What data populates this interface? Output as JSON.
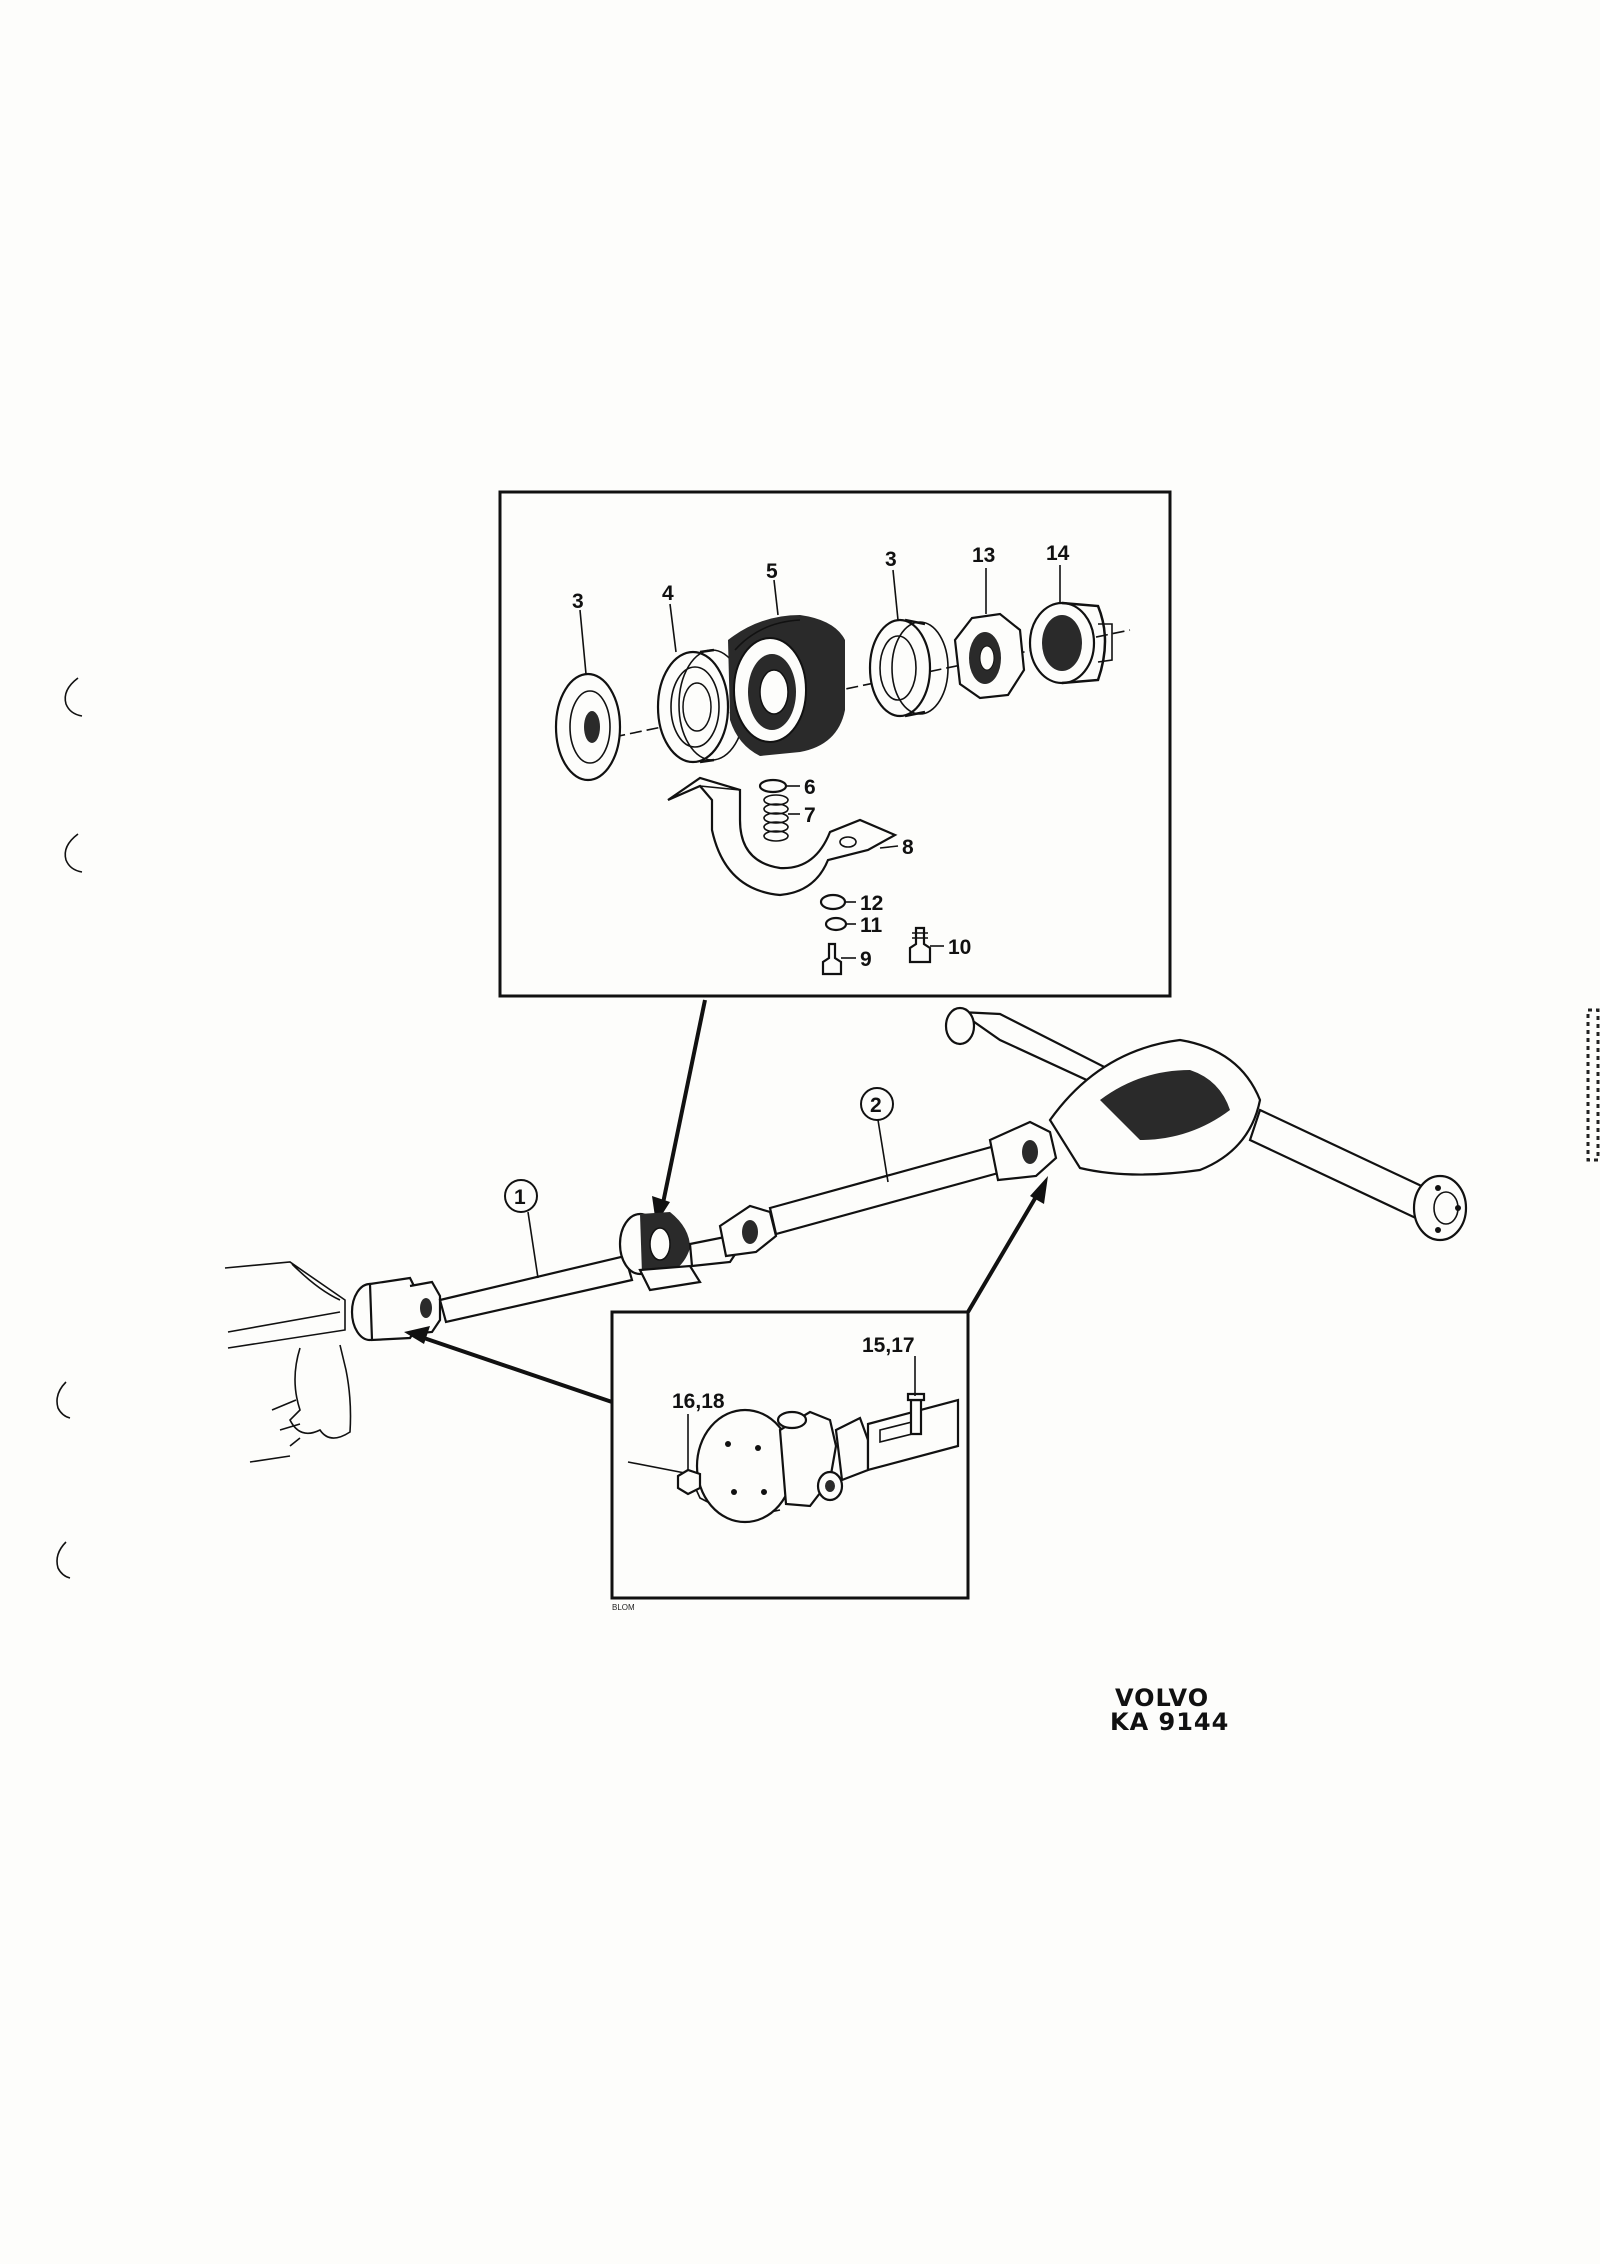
{
  "detail_top": {
    "callouts": [
      {
        "id": "c3a",
        "text": "3"
      },
      {
        "id": "c4",
        "text": "4"
      },
      {
        "id": "c5",
        "text": "5"
      },
      {
        "id": "c3b",
        "text": "3"
      },
      {
        "id": "c13",
        "text": "13"
      },
      {
        "id": "c14",
        "text": "14"
      },
      {
        "id": "c6",
        "text": "6"
      },
      {
        "id": "c7",
        "text": "7"
      },
      {
        "id": "c8",
        "text": "8"
      },
      {
        "id": "c12",
        "text": "12"
      },
      {
        "id": "c11",
        "text": "11"
      },
      {
        "id": "c9",
        "text": "9"
      },
      {
        "id": "c10",
        "text": "10"
      }
    ]
  },
  "main": {
    "circled_callouts": [
      {
        "id": "c1",
        "text": "1"
      },
      {
        "id": "c2",
        "text": "2"
      }
    ]
  },
  "detail_bottom": {
    "callouts": [
      {
        "id": "c15",
        "text": "15,17"
      },
      {
        "id": "c16",
        "text": "16,18"
      }
    ],
    "artist_signature": "BLOM"
  },
  "reference": {
    "brand": "VOLVO",
    "code": "KA 9144"
  },
  "colors": {
    "ink": "#111111",
    "paper": "#fdfdfb"
  }
}
